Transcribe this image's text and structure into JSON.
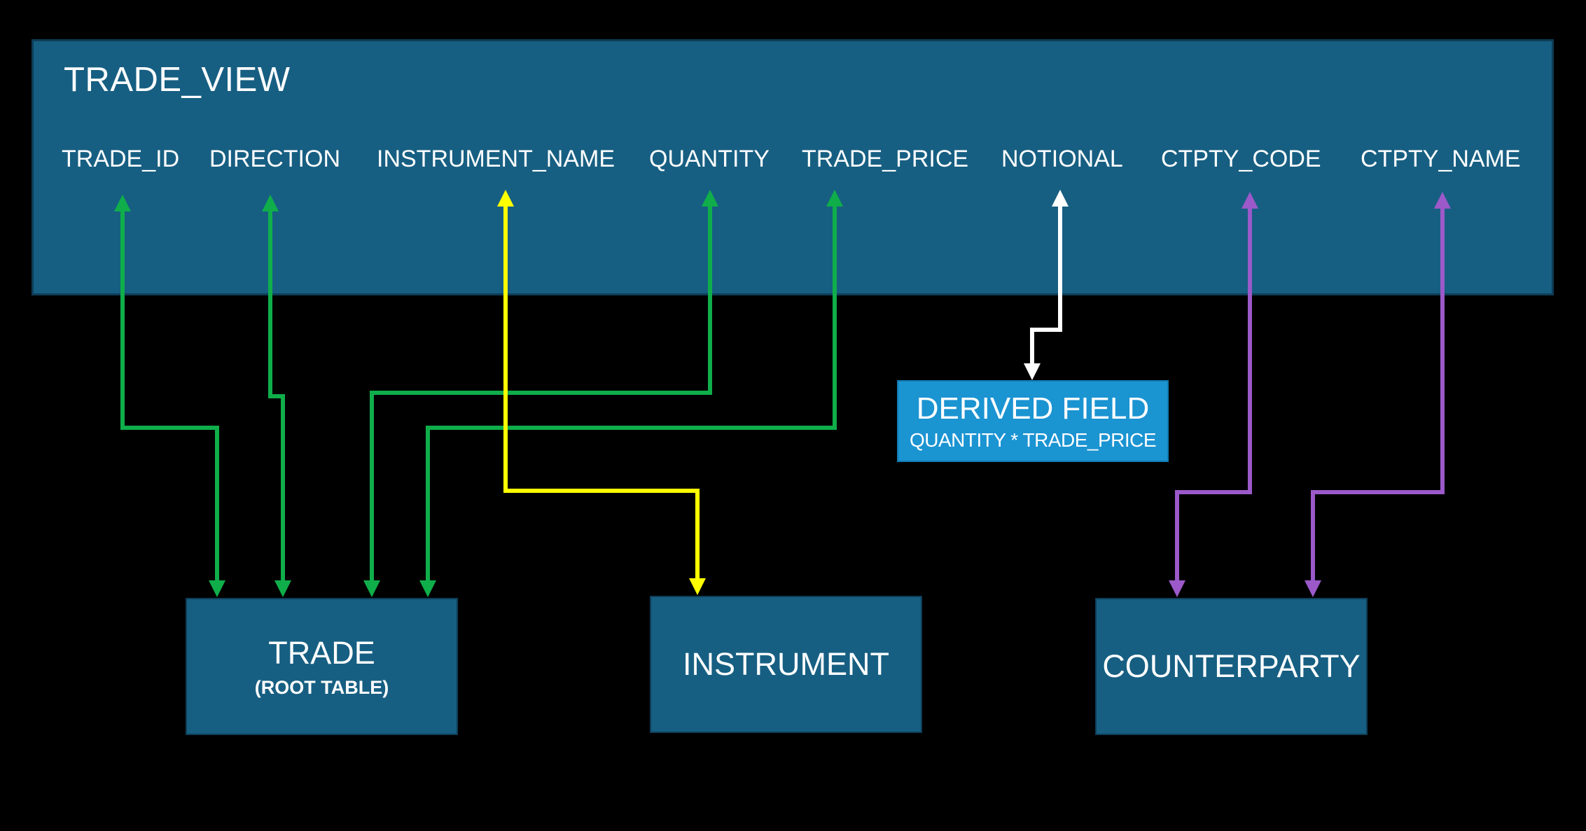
{
  "view": {
    "title": "TRADE_VIEW",
    "fields": [
      "TRADE_ID",
      "DIRECTION",
      "INSTRUMENT_NAME",
      "QUANTITY",
      "TRADE_PRICE",
      "NOTIONAL",
      "CTPTY_CODE",
      "CTPTY_NAME"
    ]
  },
  "tables": {
    "trade": {
      "name": "TRADE",
      "subtitle": "(ROOT TABLE)"
    },
    "instrument": {
      "name": "INSTRUMENT"
    },
    "counterparty": {
      "name": "COUNTERPARTY"
    }
  },
  "derived": {
    "title": "DERIVED FIELD",
    "formula": "QUANTITY * TRADE_PRICE"
  },
  "colors": {
    "background": "#000000",
    "box": "#175f82",
    "derived_box": "#1b94d2",
    "trade_link": "#0fae4a",
    "instrument_link": "#ffff00",
    "counterparty_link": "#9b59c9",
    "derived_link": "#ffffff"
  }
}
